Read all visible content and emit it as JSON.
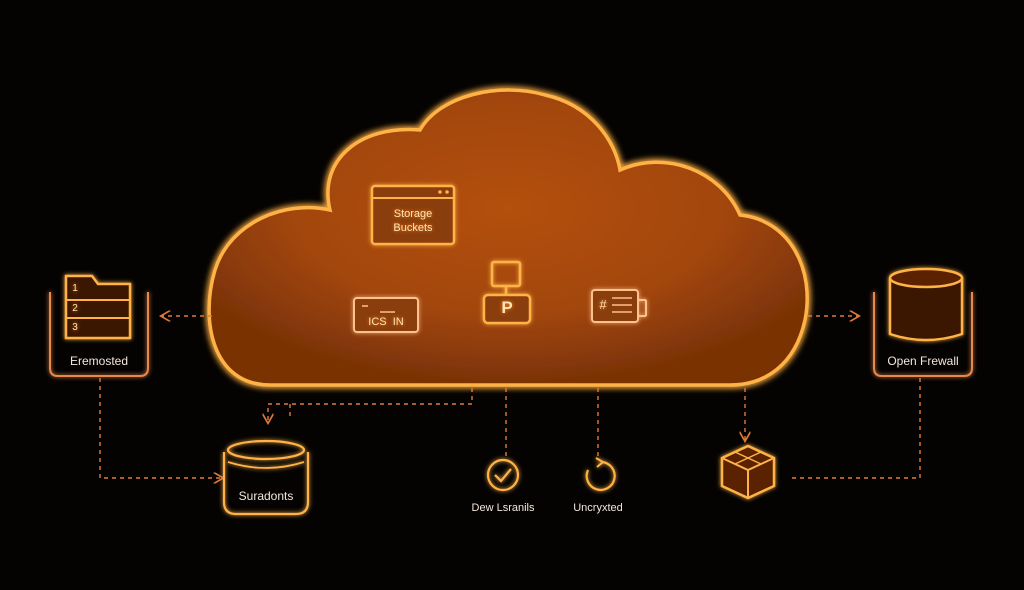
{
  "colors": {
    "background": "#050302",
    "glow": "#ff8a1a",
    "cloud_fill": "#c0560e",
    "line": "#e07a3a",
    "text": "#f3e6dc"
  },
  "cloud": {
    "storage": {
      "line1": "Storage",
      "line2": "Buckets",
      "icon": "browser-window-icon"
    },
    "ics": {
      "label": "ICS  IN",
      "icon": "terminal-card-icon"
    },
    "lock": {
      "label": "P",
      "icon": "padlock-icon"
    },
    "db": {
      "label": "#",
      "icon": "database-server-icon"
    }
  },
  "nodes": {
    "left_box": {
      "label": "Eremosted",
      "icon": "numbered-list-folder-icon",
      "items": [
        "1",
        "2",
        "3"
      ]
    },
    "right_box": {
      "label": "Open Frewall",
      "icon": "cylinder-database-icon"
    },
    "bottom_db": {
      "label": "Suradonts",
      "icon": "cylinder-database-icon"
    },
    "check": {
      "label": "Dew Lsranils",
      "icon": "check-circle-icon"
    },
    "refresh": {
      "label": "Uncryxted",
      "icon": "refresh-circle-icon"
    },
    "cube": {
      "icon": "cube-icon"
    }
  }
}
